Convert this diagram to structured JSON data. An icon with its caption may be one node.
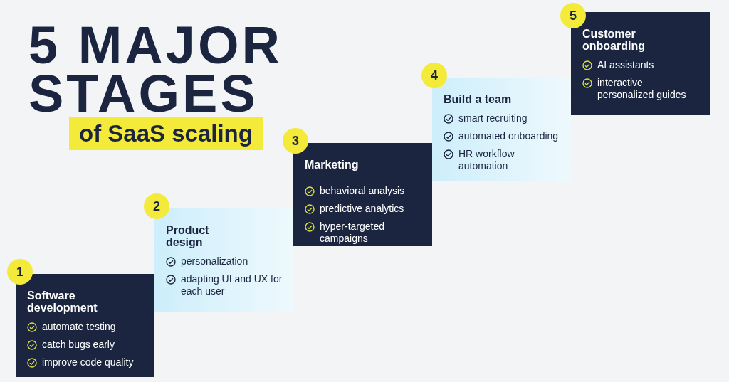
{
  "diagram": {
    "title": "5 MAJOR STAGES",
    "nodes": [
      {
        "text": [
          "1"
        ]
      },
      {
        "text": [
          "Software development",
          "automate testing",
          "catch bugs early",
          "improve code quality"
        ]
      },
      {
        "text": [
          "2"
        ]
      },
      {
        "text": [
          "Product design",
          "personalization",
          "adapting UI and UX for each user"
        ]
      },
      {
        "text": [
          "3"
        ]
      },
      {
        "text": [
          "Marketing",
          "behavioral analysis",
          "predictive analytics",
          "hyper-targeted campaigns"
        ]
      },
      {
        "text": [
          "4"
        ]
      },
      {
        "text": [
          "Build a team",
          "smart recruiting",
          "automated onboarding",
          "HR workflow automation"
        ]
      },
      {
        "text": [
          "5"
        ]
      },
      {
        "text": [
          "Customer onboarding",
          "AI assistants",
          "interactive personalized guides"
        ]
      }
    ],
    "edges": [],
    "labels": [
      "of SaaS scaling"
    ]
  }
}
